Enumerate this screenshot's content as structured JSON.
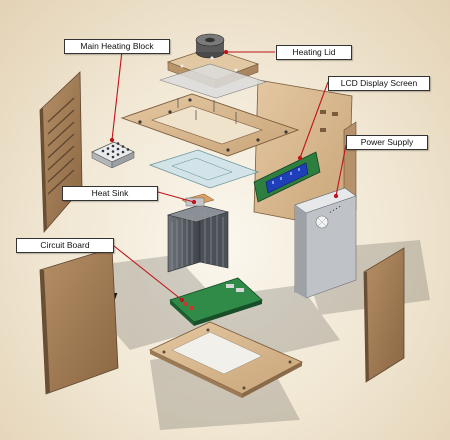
{
  "labels": {
    "main_heating_block": "Main Heating Block",
    "heating_lid": "Heating Lid",
    "lcd_display_screen": "LCD Display Screen",
    "power_supply": "Power Supply",
    "heat_sink": "Heat Sink",
    "circuit_board": "Circuit Board"
  },
  "colors": {
    "callout_line": "#c0141b",
    "wood": "#d8b890",
    "wood_dark": "#8f6d4a",
    "acrylic": "#d7e6ea",
    "pcb": "#2f8b47",
    "lcd": "#1f3fb8"
  }
}
